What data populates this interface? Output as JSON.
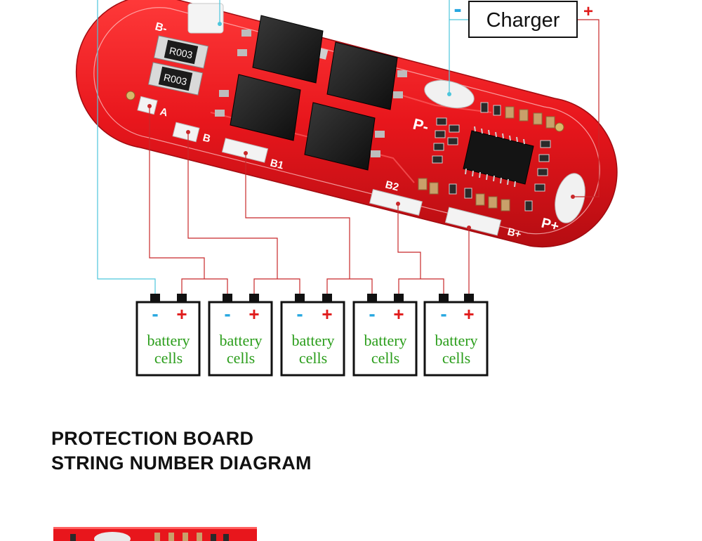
{
  "heading": {
    "line1": "PROTECTION BOARD",
    "line2": "STRING NUMBER DIAGRAM"
  },
  "charger": {
    "label": "Charger",
    "minus": "-",
    "plus": "+"
  },
  "board": {
    "pads": [
      "B-",
      "A",
      "B",
      "B1",
      "B2",
      "B+",
      "P-",
      "P+"
    ],
    "resistor_marking": "R003"
  },
  "cells": [
    {
      "line1": "battery",
      "line2": "cells",
      "minus": "-",
      "plus": "+"
    },
    {
      "line1": "battery",
      "line2": "cells",
      "minus": "-",
      "plus": "+"
    },
    {
      "line1": "battery",
      "line2": "cells",
      "minus": "-",
      "plus": "+"
    },
    {
      "line1": "battery",
      "line2": "cells",
      "minus": "-",
      "plus": "+"
    },
    {
      "line1": "battery",
      "line2": "cells",
      "minus": "-",
      "plus": "+"
    }
  ],
  "colors": {
    "board": "#e8161c",
    "wire_negative": "#4cc6dc",
    "wire_balance": "#c8282a",
    "cell_text": "#2a9d1a",
    "cell_minus": "#27a7e0",
    "cell_plus": "#e01b1b"
  }
}
